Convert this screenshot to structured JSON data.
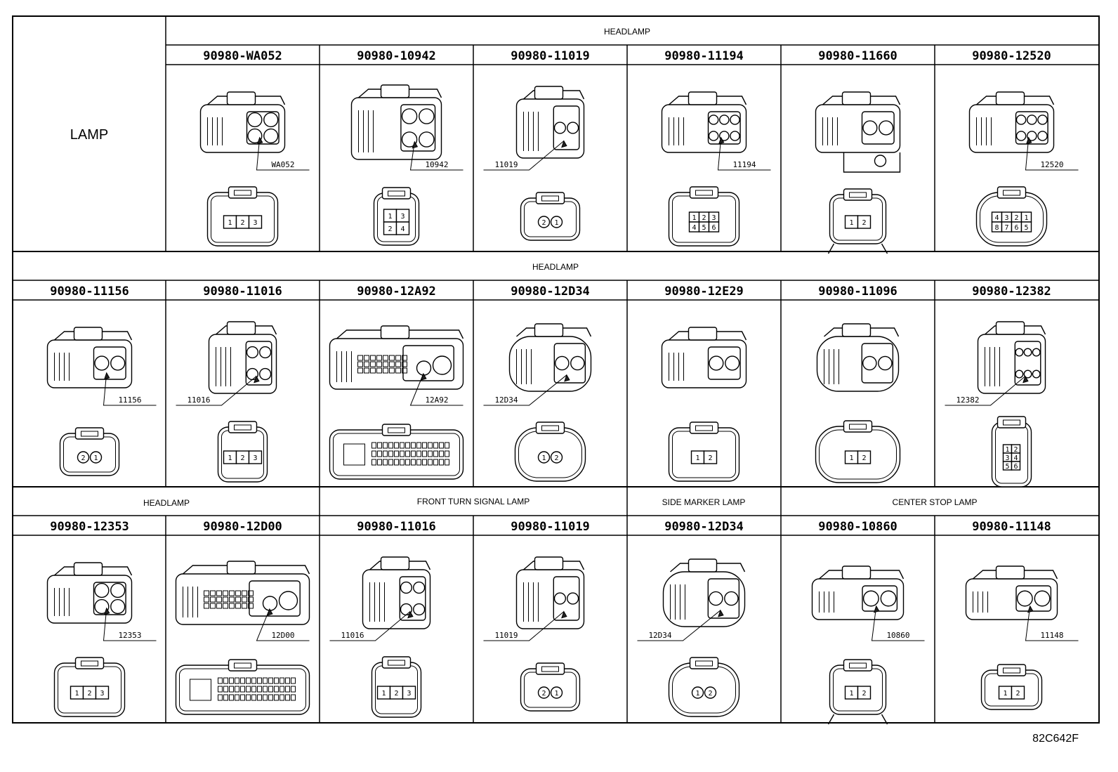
{
  "row_label": "LAMP",
  "sections": {
    "headlamp_top": "HEADLAMP",
    "headlamp_mid": "HEADLAMP",
    "headlamp_bottom": "HEADLAMP",
    "front_turn_signal": "FRONT TURN SIGNAL LAMP",
    "side_marker": "SIDE MARKER LAMP",
    "center_stop": "CENTER STOP LAMP"
  },
  "connectors": [
    {
      "id": "c1",
      "part_number": "90980-WA052",
      "callout": "WA052",
      "pins": [
        "1",
        "2",
        "3"
      ]
    },
    {
      "id": "c2",
      "part_number": "90980-10942",
      "callout": "10942",
      "pins": [
        "1",
        "3",
        "2",
        "4"
      ]
    },
    {
      "id": "c3",
      "part_number": "90980-11019",
      "callout": "11019",
      "pins": [
        "2",
        "1"
      ]
    },
    {
      "id": "c4",
      "part_number": "90980-11194",
      "callout": "11194",
      "pins": [
        "1",
        "2",
        "3",
        "4",
        "5",
        "6"
      ]
    },
    {
      "id": "c5",
      "part_number": "90980-11660",
      "callout": "",
      "pins": [
        "1",
        "2"
      ]
    },
    {
      "id": "c6",
      "part_number": "90980-12520",
      "callout": "12520",
      "pins": [
        "4",
        "3",
        "2",
        "1",
        "8",
        "7",
        "6",
        "5"
      ]
    },
    {
      "id": "c7",
      "part_number": "90980-11156",
      "callout": "11156",
      "pins": [
        "2",
        "1"
      ]
    },
    {
      "id": "c8",
      "part_number": "90980-11016",
      "callout": "11016",
      "pins": [
        "1",
        "2",
        "3"
      ]
    },
    {
      "id": "c9",
      "part_number": "90980-12A92",
      "callout": "12A92",
      "pins": []
    },
    {
      "id": "c10",
      "part_number": "90980-12D34",
      "callout": "12D34",
      "pins": [
        "1",
        "2"
      ]
    },
    {
      "id": "c11",
      "part_number": "90980-12E29",
      "callout": "",
      "pins": [
        "1",
        "2"
      ]
    },
    {
      "id": "c12",
      "part_number": "90980-11096",
      "callout": "",
      "pins": [
        "1",
        "2"
      ]
    },
    {
      "id": "c13",
      "part_number": "90980-12382",
      "callout": "12382",
      "pins": [
        "1",
        "2",
        "3",
        "4",
        "5",
        "6"
      ]
    },
    {
      "id": "c14",
      "part_number": "90980-12353",
      "callout": "12353",
      "pins": [
        "1",
        "2",
        "3"
      ]
    },
    {
      "id": "c15",
      "part_number": "90980-12D00",
      "callout": "12D00",
      "pins": []
    },
    {
      "id": "c16",
      "part_number": "90980-11016",
      "callout": "11016",
      "pins": [
        "1",
        "2",
        "3"
      ]
    },
    {
      "id": "c17",
      "part_number": "90980-11019",
      "callout": "11019",
      "pins": [
        "2",
        "1"
      ]
    },
    {
      "id": "c18",
      "part_number": "90980-12D34",
      "callout": "12D34",
      "pins": [
        "1",
        "2"
      ]
    },
    {
      "id": "c19",
      "part_number": "90980-10860",
      "callout": "10860",
      "pins": [
        "1",
        "2"
      ]
    },
    {
      "id": "c20",
      "part_number": "90980-11148",
      "callout": "11148",
      "pins": [
        "1",
        "2"
      ]
    }
  ],
  "drawing_code": "82C642F"
}
